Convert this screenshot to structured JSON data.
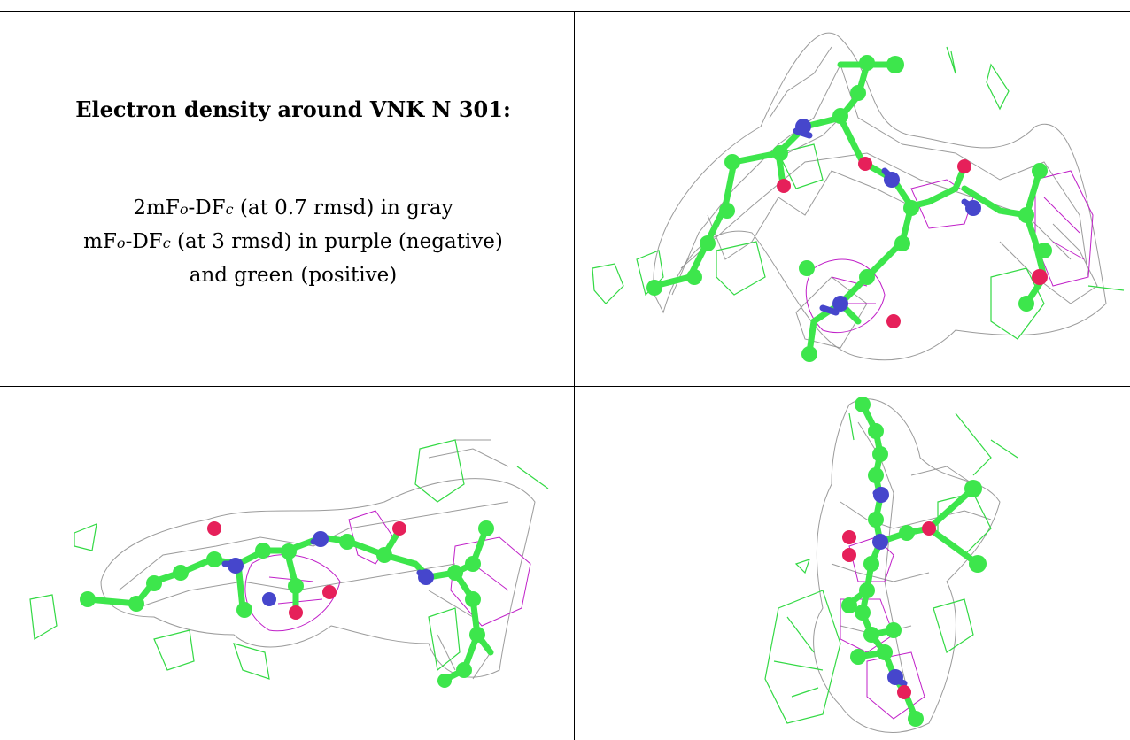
{
  "title": "Electron density around VNK N 301:",
  "caption": {
    "line1_prefix": "2mF",
    "line1_sub_o": "o",
    "line1_mid": "-DF",
    "line1_sub_c": "c",
    "line1_suffix": " (at 0.7 rmsd) in gray",
    "line2_prefix": "mF",
    "line2_sub_o": "o",
    "line2_mid": "-DF",
    "line2_sub_c": "c",
    "line2_suffix": " (at 3 rmsd) in purple (negative)",
    "line3": "and green (positive)"
  },
  "colors": {
    "carbon": "#3de64c",
    "nitrogen": "#4646cc",
    "oxygen": "#e6205a",
    "density_2fofc": "#8a8a8a",
    "density_negative": "#c020c8",
    "density_positive": "#33d944"
  },
  "panels": [
    {
      "name": "view-1"
    },
    {
      "name": "view-2"
    },
    {
      "name": "view-3"
    }
  ]
}
